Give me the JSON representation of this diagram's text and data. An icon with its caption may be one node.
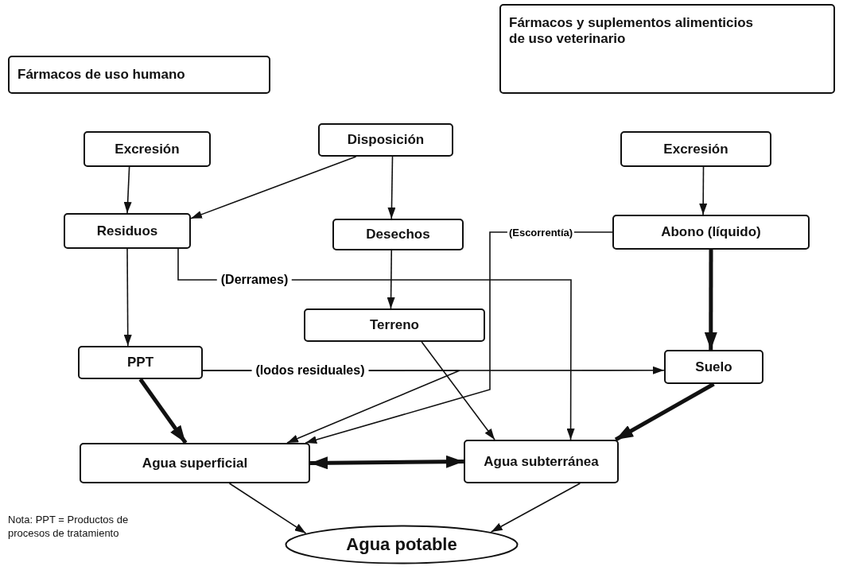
{
  "diagram": {
    "nodes": [
      {
        "text": [
          "Fármacos de uso humano"
        ]
      },
      {
        "text": [
          "Fármacos y suplementos alimenticios de uso veterinario"
        ]
      },
      {
        "text": [
          "Excresión"
        ]
      },
      {
        "text": [
          "Disposición"
        ]
      },
      {
        "text": [
          "Excresión"
        ]
      },
      {
        "text": [
          "Residuos"
        ]
      },
      {
        "text": [
          "Desechos"
        ]
      },
      {
        "text": [
          "Abono (líquido)"
        ]
      },
      {
        "text": [
          "Terreno"
        ]
      },
      {
        "text": [
          "PPT"
        ]
      },
      {
        "text": [
          "Suelo"
        ]
      },
      {
        "text": [
          "Agua superficial"
        ]
      },
      {
        "text": [
          "Agua subterránea"
        ]
      },
      {
        "text": [
          "Agua potable"
        ]
      }
    ],
    "edges": [
      {
        "from": 2,
        "to": 5,
        "arrow": "to"
      },
      {
        "from": 3,
        "to": 5,
        "arrow": "to"
      },
      {
        "from": 3,
        "to": 6,
        "arrow": "to"
      },
      {
        "from": 4,
        "to": 7,
        "arrow": "to"
      },
      {
        "from": 5,
        "to": 9,
        "arrow": "to"
      },
      {
        "from": 5,
        "to": 12,
        "arrow": "to",
        "label": "(Derrames)"
      },
      {
        "from": 6,
        "to": 8,
        "arrow": "to"
      },
      {
        "from": 7,
        "to": 10,
        "arrow": "to",
        "style": "thick"
      },
      {
        "from": 7,
        "to": 11,
        "arrow": "to",
        "label": "(Escorrentía)"
      },
      {
        "from": 9,
        "to": 10,
        "arrow": "to",
        "label": "(lodos residuales)"
      },
      {
        "from": 9,
        "to": 11,
        "arrow": "to"
      },
      {
        "from": 8,
        "to": 12,
        "arrow": "to"
      },
      {
        "from": 9,
        "to": 11,
        "arrow": "to",
        "style": "thick"
      },
      {
        "from": 10,
        "to": 12,
        "arrow": "to",
        "style": "thick"
      },
      {
        "from": 11,
        "to": 12,
        "arrow": "both",
        "style": "thick"
      },
      {
        "from": 11,
        "to": 13,
        "arrow": "to"
      },
      {
        "from": 12,
        "to": 13,
        "arrow": "to"
      }
    ],
    "labels": [
      "Nota: PPT = Productos de procesos de tratamiento"
    ]
  }
}
